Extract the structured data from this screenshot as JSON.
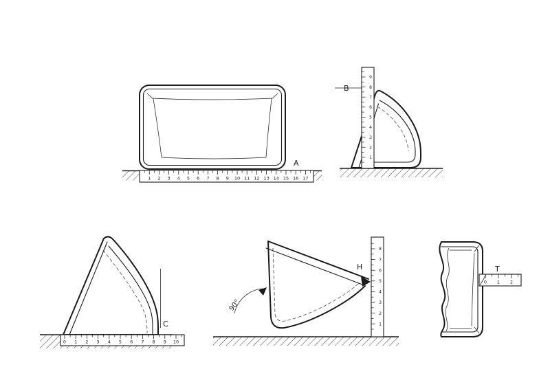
{
  "figure": {
    "background": "#ffffff",
    "line_color": "#1a1a1a",
    "description": "Technical measurement drawing of a bucket/scoop shown in five views with rulers"
  },
  "labels": {
    "view_a": "A",
    "view_b": "B",
    "view_c": "C",
    "view_h": "H",
    "view_t": "T",
    "angle": "90°"
  },
  "rulers": {
    "a": {
      "orientation": "horizontal",
      "numbers": [
        "1",
        "2",
        "3",
        "4",
        "5",
        "6",
        "7",
        "8",
        "9",
        "10",
        "11",
        "12",
        "13",
        "14",
        "15",
        "16",
        "17"
      ]
    },
    "b": {
      "orientation": "vertical",
      "numbers": [
        "9",
        "8",
        "7",
        "6",
        "5",
        "4",
        "3",
        "2",
        "1"
      ]
    },
    "c": {
      "orientation": "horizontal",
      "numbers": [
        "0",
        "1",
        "2",
        "3",
        "4",
        "5",
        "6",
        "7",
        "8",
        "9",
        "10"
      ]
    },
    "h": {
      "orientation": "vertical",
      "numbers": [
        "8",
        "7",
        "6",
        "5",
        "4",
        "3",
        "2",
        "1"
      ]
    },
    "t": {
      "orientation": "horizontal",
      "numbers": [
        "0",
        "1",
        "2"
      ]
    }
  }
}
